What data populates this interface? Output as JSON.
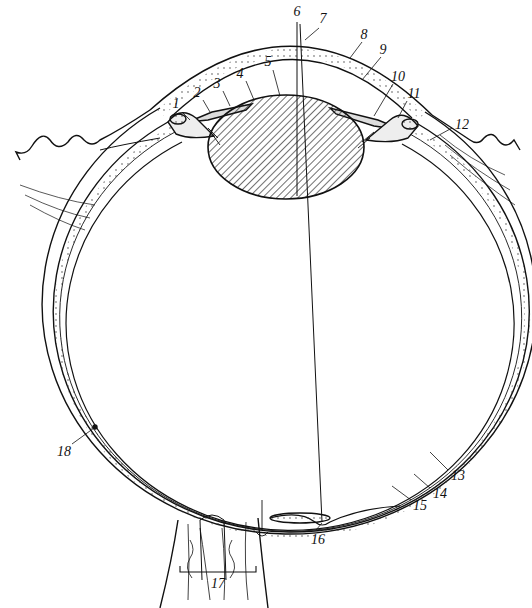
{
  "diagram": {
    "labels": [
      "1",
      "2",
      "3",
      "4",
      "5",
      "6",
      "7",
      "8",
      "9",
      "10",
      "11",
      "12",
      "13",
      "14",
      "15",
      "16",
      "17",
      "18"
    ]
  }
}
